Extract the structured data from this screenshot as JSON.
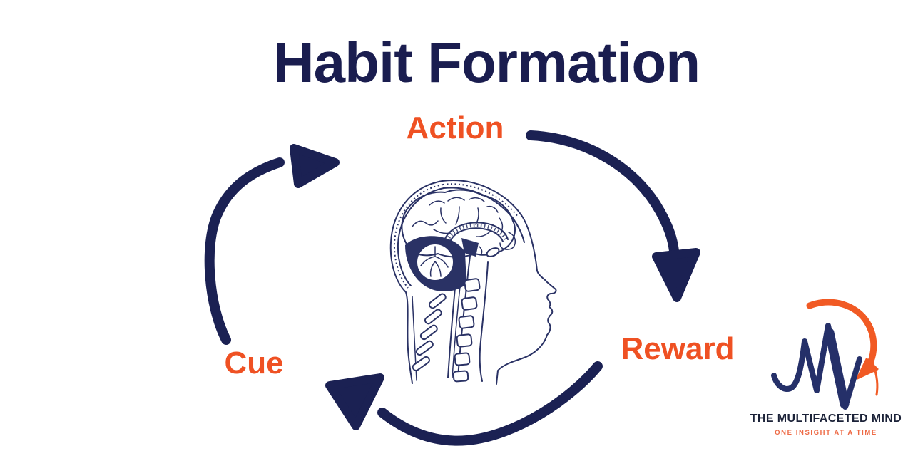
{
  "colors": {
    "bg": "#ffffff",
    "navy": "#1b2153",
    "title-navy": "#1a1d4f",
    "orange": "#ef5123",
    "brain-navy": "#2a3265",
    "logo-navy": "#253069",
    "logo-text": "#1b2238",
    "logo-orange": "#f15a24",
    "tagline-orange": "#ee6a45"
  },
  "title": {
    "text": "Habit Formation"
  },
  "cycle": {
    "steps": [
      {
        "id": "action",
        "label": "Action"
      },
      {
        "id": "reward",
        "label": "Reward"
      },
      {
        "id": "cue",
        "label": "Cue"
      }
    ],
    "arrows": [
      {
        "name": "cue-to-action"
      },
      {
        "name": "action-to-reward"
      },
      {
        "name": "reward-to-cue"
      }
    ]
  },
  "center_illustration": {
    "name": "human-head-brain-cross-section"
  },
  "logo": {
    "brand": "THE MULTIFACETED MIND",
    "tagline": "ONE INSIGHT AT A TIME"
  }
}
